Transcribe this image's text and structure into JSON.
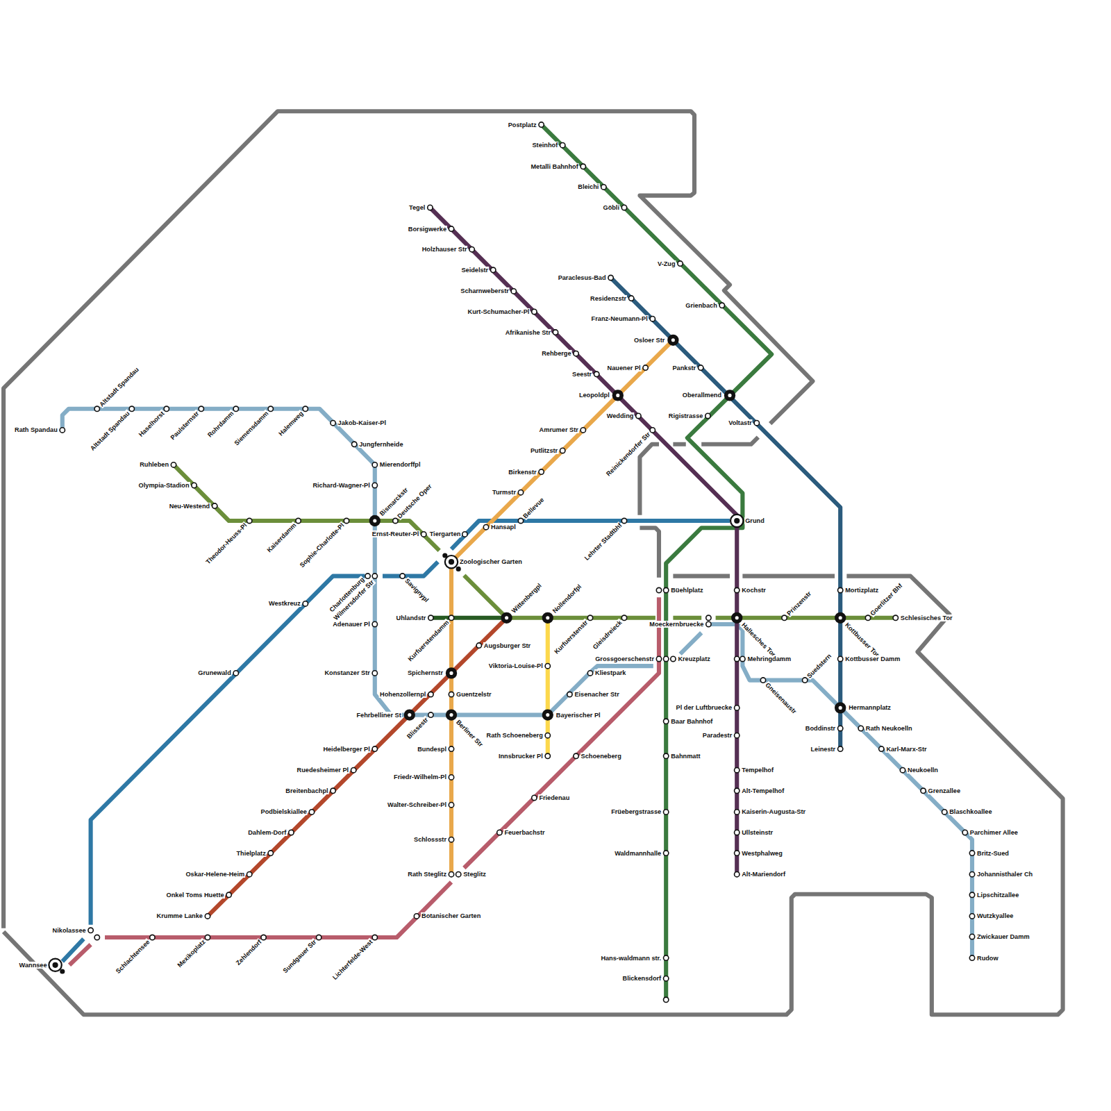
{
  "diagram": {
    "labels": [
      "Rath Spandau",
      "Altstadt Spandau",
      "Altstadt Spandau",
      "Haselhorst",
      "Paulsternstr",
      "Rohrdamm",
      "Siemensdamm",
      "Halemweg",
      "Jakob-Kaiser-Pl",
      "Jungfernheide",
      "Mierendorffpl",
      "Richard-Wagner-Pl",
      "Bismarckstr",
      "Charlottenburg",
      "Wilmersdorfer Str",
      "Adenauer Pl",
      "Konstanzer Str",
      "Fehrbelliner St",
      "Blissestr",
      "Berliner Str",
      "Bayerischer Pl",
      "Eisenacher Str",
      "Kliestpark",
      "Grossgoerschenstr",
      "Kreuzplatz",
      "Moeckernbruecke",
      "Hallesches Tor",
      "Mehringdamm",
      "Gneisenaustr",
      "Suedstern",
      "Rath Neukoelln",
      "Karl-Marx-Str",
      "Neukoelln",
      "Grenzallee",
      "Blaschkoallee",
      "Parchimer Allee",
      "Britz-Sued",
      "Johannisthaler Ch",
      "Lipschitzallee",
      "Wutzkyallee",
      "Zwickauer Damm",
      "Rudow",
      "Ruhleben",
      "Olympia-Stadion",
      "Neu-Westend",
      "Theodor-Heuss-Pl",
      "Kaiserdamm",
      "Sophie-Charlotte-Pl",
      "Deutsche Oper",
      "Ernst-Reuter-Pl",
      "Uhlandstr",
      "Kurfuerstendamm",
      "Wittenbergpl",
      "Nollendorfpl",
      "Kurfuerstenstr",
      "Gleisdreieck",
      "Prinzenstr",
      "Kottbusser Tor",
      "Goerlitzer Bhf",
      "Schlesisches Tor",
      "Wannsee",
      "Nikolassee",
      "Grunewald",
      "Westkreuz",
      "Savignypl",
      "Tiergarten",
      "Hansapl",
      "Bellevue",
      "Lehrter Stadtbhf",
      "Grund",
      "Zoologischer Garten",
      "Osloer Str",
      "Nauener Pl",
      "Leopoldpl",
      "Amrumer Str",
      "Putlitzstr",
      "Birkenstr",
      "Turmstr",
      "Spichernstr",
      "Hohenzollernpl",
      "Guentzelstr",
      "Bundespl",
      "Friedr-Wilhelm-Pl",
      "Walter-Schreiber-Pl",
      "Schlossstr",
      "Rath Steglitz",
      "Steglitz",
      "Paraclesus-Bad",
      "Residenzstr",
      "Franz-Neumann-Pl",
      "Pankstr",
      "Oberallmend",
      "Voltastr",
      "Mortizplatz",
      "Kottbusser Damm",
      "Hermannplatz",
      "Boddinstr",
      "Leinestr",
      "Postplatz",
      "Steinhof",
      "Metalli Bahnhof",
      "Bleichi",
      "Göbli",
      "V-Zug",
      "Grienbach",
      "Rigistrasse",
      "Büehlplatz",
      "Pl der Luftbruecke",
      "Baar Bahnhof",
      "Bahnmatt",
      "Früebergstrasse",
      "Waldmannhalle",
      "Hans-waldmann str.",
      "Blickensdorf",
      "Tegel",
      "Borsigwerke",
      "Holzhauser Str",
      "Seidelstr",
      "Scharnweberstr",
      "Kurt-Schumacher-Pl",
      "Afrikanishe Str",
      "Rehberge",
      "Seestr",
      "Wedding",
      "Reinickendorfer Str",
      "Kochstr",
      "Paradestr",
      "Tempelhof",
      "Alt-Tempelhof",
      "Kaiserin-Augusta-Str",
      "Ullsteinstr",
      "Westphalweg",
      "Alt-Mariendorf",
      "Augsburger Str",
      "Heidelberger Pl",
      "Ruedesheimer Pl",
      "Breitenbachpl",
      "Podbielskiallee",
      "Dahlem-Dorf",
      "Thielplatz",
      "Oskar-Helene-Heim",
      "Onkel Toms Huette",
      "Krumme Lanke",
      "Viktoria-Louise-Pl",
      "Rath Schoeneberg",
      "Innsbrucker Pl",
      "Schlachtensee",
      "Mexikoplatz",
      "Zehlendorf",
      "Sundgauer Str",
      "Lichterfelde-West",
      "Botanischer Garten",
      "Schoeneberg",
      "Friedenau",
      "Feuerbachstr"
    ]
  }
}
